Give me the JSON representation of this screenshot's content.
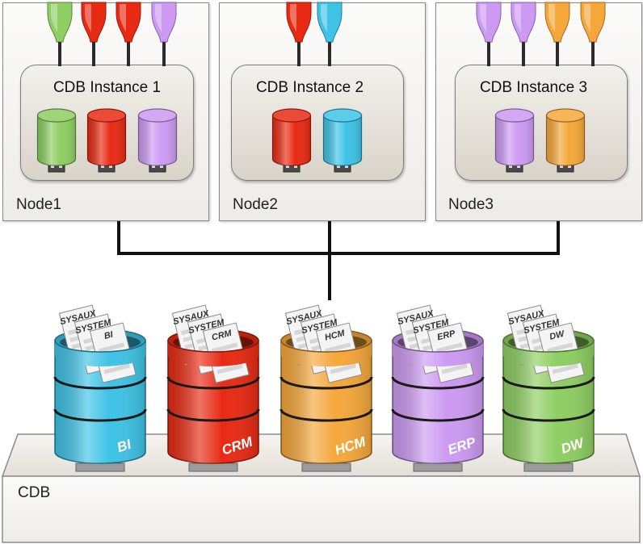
{
  "nodes": [
    {
      "label": "Node1",
      "instance": "CDB Instance 1",
      "services": [
        "#8ece62",
        "#e82a13",
        "#e82a13",
        "#cc9af2"
      ],
      "instance_dbs": [
        "#8ece62",
        "#e82a13",
        "#cc9af2"
      ]
    },
    {
      "label": "Node2",
      "instance": "CDB Instance 2",
      "services": [
        "#e82a13",
        "#3ec3e6"
      ],
      "instance_dbs": [
        "#e82a13",
        "#3ec3e6"
      ]
    },
    {
      "label": "Node3",
      "instance": "CDB Instance 3",
      "services": [
        "#cc9af2",
        "#cc9af2",
        "#f5a73a",
        "#f5a73a"
      ],
      "instance_dbs": [
        "#cc9af2",
        "#f5a73a"
      ]
    }
  ],
  "cdb_label": "CDB",
  "pdb_tablespaces": [
    "SYSAUX",
    "SYSTEM"
  ],
  "pdbs": [
    {
      "name": "BI",
      "color": "#3ec3e6"
    },
    {
      "name": "CRM",
      "color": "#e82a13"
    },
    {
      "name": "HCM",
      "color": "#f5a73a"
    },
    {
      "name": "ERP",
      "color": "#cc9af2"
    },
    {
      "name": "DW",
      "color": "#8ece62"
    }
  ]
}
